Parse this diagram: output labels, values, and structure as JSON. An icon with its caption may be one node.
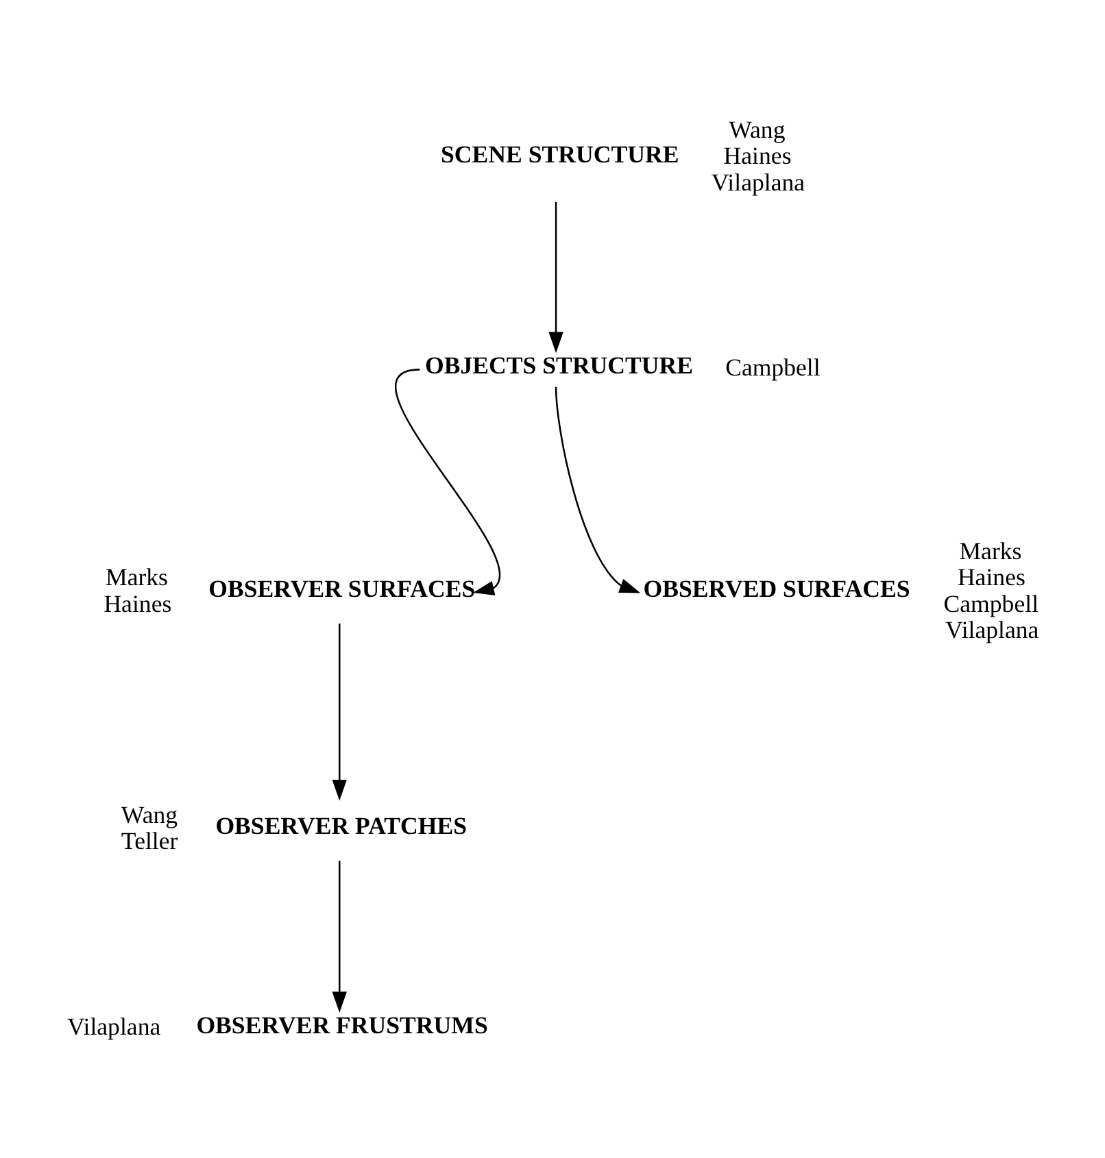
{
  "diagram": {
    "nodes": [
      {
        "text": [
          "SCENE STRUCTURE"
        ],
        "beside": [
          "Wang",
          "Haines",
          "Vilaplana"
        ]
      },
      {
        "text": [
          "OBJECTS STRUCTURE"
        ],
        "beside": [
          "Campbell"
        ]
      },
      {
        "text": [
          "OBSERVER SURFACES"
        ],
        "beside": [
          "Marks",
          "Haines"
        ]
      },
      {
        "text": [
          "OBSERVED SURFACES"
        ],
        "beside": [
          "Marks",
          "Haines",
          "Campbell",
          "Vilaplana"
        ]
      },
      {
        "text": [
          "OBSERVER PATCHES"
        ],
        "beside": [
          "Wang",
          "Teller"
        ]
      },
      {
        "text": [
          "OBSERVER FRUSTRUMS"
        ],
        "beside": [
          "Vilaplana"
        ]
      }
    ],
    "edges": [
      {
        "from": 0,
        "to": 1,
        "arrow": "to"
      },
      {
        "from": 1,
        "to": 2,
        "arrow": "to"
      },
      {
        "from": 1,
        "to": 3,
        "arrow": "to"
      },
      {
        "from": 2,
        "to": 4,
        "arrow": "to"
      },
      {
        "from": 4,
        "to": 5,
        "arrow": "to"
      }
    ]
  }
}
